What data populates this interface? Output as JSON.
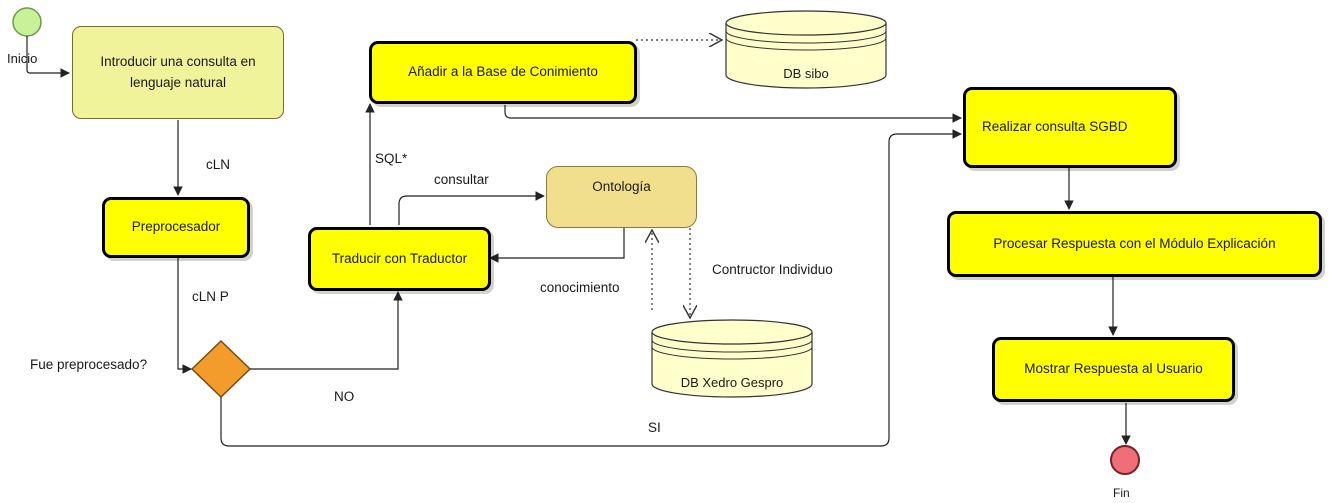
{
  "nodes": {
    "start": "Inicio",
    "end": "Fin",
    "introducir": "Introducir una consulta en lenguaje natural",
    "preprocesador": "Preprocesador",
    "traducir": "Traducir con Traductor",
    "anadir": "Añadir a la Base de Conimiento",
    "ontologia": "Ontología",
    "realizar": "Realizar consulta SGBD",
    "procesar": "Procesar Respuesta con el Módulo Explicación",
    "mostrar": "Mostrar Respuesta al Usuario",
    "decision": "Fue preprocesado?"
  },
  "databases": {
    "sibo": "DB sibo",
    "xedro": "DB Xedro Gespro"
  },
  "edges": {
    "cln": "cLN",
    "clnp": "cLN P",
    "sql": "SQL*",
    "consultar": "consultar",
    "conocimiento": "conocimiento",
    "contructor": "Contructor Individuo",
    "no": "NO",
    "si": "SI"
  },
  "colors": {
    "task": "#ffff00",
    "task_light": "#f0f39a",
    "ontology": "#f2df8e",
    "database": "#ffffcc",
    "decision": "#f39c2b",
    "start": "#c7f29a",
    "end": "#f06d7a"
  }
}
